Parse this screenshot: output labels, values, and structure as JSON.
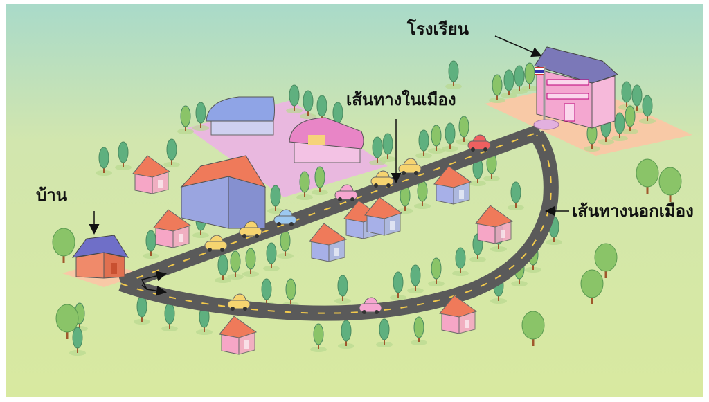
{
  "labels": {
    "school": "โรงเรียน",
    "city_route": "เส้นทางในเมือง",
    "home": "บ้าน",
    "outer_route": "เส้นทางนอกเมือง"
  },
  "colors": {
    "sky": "#a9dac9",
    "ground": "#d6e8a0",
    "road": "#5a5a5a",
    "road_line": "#f2c94c",
    "school_wall": "#f4a7d0",
    "school_roof": "#7b78b8"
  }
}
